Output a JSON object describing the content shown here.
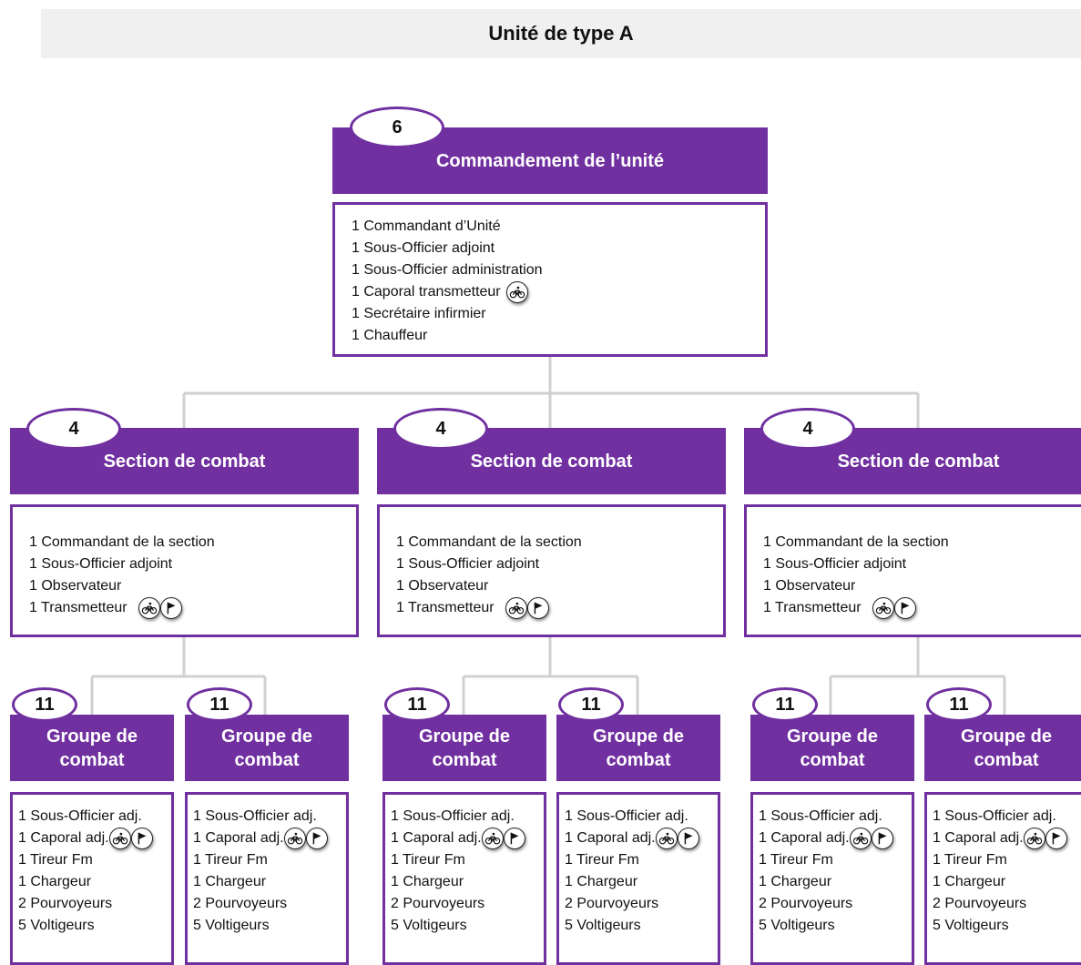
{
  "title": "Unité de type A",
  "command": {
    "count": "6",
    "title": "Commandement de l’unité",
    "members": [
      {
        "text": "1 Commandant  d’Unité",
        "icons": []
      },
      {
        "text": "1 Sous-Officier  adjoint",
        "icons": []
      },
      {
        "text": "1 Sous-Officier  administration",
        "icons": []
      },
      {
        "text": "1 Caporal transmetteur",
        "icons": [
          "bicycle-icon"
        ]
      },
      {
        "text": "1 Secrétaire infirmier",
        "icons": []
      },
      {
        "text": "1 Chauffeur",
        "icons": []
      }
    ]
  },
  "sections": [
    {
      "count": "4",
      "title": "Section de combat",
      "members": [
        {
          "text": "1 Commandant  de la section",
          "icons": []
        },
        {
          "text": "1 Sous-Officier  adjoint",
          "icons": []
        },
        {
          "text": "1 Observateur",
          "icons": []
        },
        {
          "text": "1 Transmetteur",
          "icons": [
            "bicycle-icon",
            "flag-icon"
          ]
        }
      ],
      "groups": [
        {
          "count": "11",
          "title": "Groupe de combat",
          "members": [
            {
              "text": "1 Sous-Officier adj.",
              "icons": []
            },
            {
              "text": "1 Caporal adj.",
              "icons": [
                "bicycle-icon",
                "flag-icon"
              ]
            },
            {
              "text": "1 Tireur Fm",
              "icons": []
            },
            {
              "text": "1 Chargeur",
              "icons": []
            },
            {
              "text": "2 Pourvoyeurs",
              "icons": []
            },
            {
              "text": "5 Voltigeurs",
              "icons": []
            }
          ]
        },
        {
          "count": "11",
          "title": "Groupe de combat",
          "members": [
            {
              "text": "1 Sous-Officier adj.",
              "icons": []
            },
            {
              "text": "1 Caporal adj.",
              "icons": [
                "bicycle-icon",
                "flag-icon"
              ]
            },
            {
              "text": "1 Tireur Fm",
              "icons": []
            },
            {
              "text": "1 Chargeur",
              "icons": []
            },
            {
              "text": "2 Pourvoyeurs",
              "icons": []
            },
            {
              "text": "5 Voltigeurs",
              "icons": []
            }
          ]
        }
      ]
    },
    {
      "count": "4",
      "title": "Section de combat",
      "members": [
        {
          "text": "1 Commandant  de la section",
          "icons": []
        },
        {
          "text": "1 Sous-Officier  adjoint",
          "icons": []
        },
        {
          "text": "1 Observateur",
          "icons": []
        },
        {
          "text": "1 Transmetteur",
          "icons": [
            "bicycle-icon",
            "flag-icon"
          ]
        }
      ],
      "groups": [
        {
          "count": "11",
          "title": "Groupe de combat",
          "members": [
            {
              "text": "1 Sous-Officier adj.",
              "icons": []
            },
            {
              "text": "1 Caporal adj.",
              "icons": [
                "bicycle-icon",
                "flag-icon"
              ]
            },
            {
              "text": "1 Tireur Fm",
              "icons": []
            },
            {
              "text": "1 Chargeur",
              "icons": []
            },
            {
              "text": "2 Pourvoyeurs",
              "icons": []
            },
            {
              "text": "5 Voltigeurs",
              "icons": []
            }
          ]
        },
        {
          "count": "11",
          "title": "Groupe de combat",
          "members": [
            {
              "text": "1 Sous-Officier adj.",
              "icons": []
            },
            {
              "text": "1 Caporal adj.",
              "icons": [
                "bicycle-icon",
                "flag-icon"
              ]
            },
            {
              "text": "1 Tireur Fm",
              "icons": []
            },
            {
              "text": "1 Chargeur",
              "icons": []
            },
            {
              "text": "2 Pourvoyeurs",
              "icons": []
            },
            {
              "text": "5 Voltigeurs",
              "icons": []
            }
          ]
        }
      ]
    },
    {
      "count": "4",
      "title": "Section de combat",
      "members": [
        {
          "text": "1 Commandant  de la section",
          "icons": []
        },
        {
          "text": "1 Sous-Officier  adjoint",
          "icons": []
        },
        {
          "text": "1 Observateur",
          "icons": []
        },
        {
          "text": "1 Transmetteur",
          "icons": [
            "bicycle-icon",
            "flag-icon"
          ]
        }
      ],
      "groups": [
        {
          "count": "11",
          "title": "Groupe de combat",
          "members": [
            {
              "text": "1 Sous-Officier adj.",
              "icons": []
            },
            {
              "text": "1 Caporal adj.",
              "icons": [
                "bicycle-icon",
                "flag-icon"
              ]
            },
            {
              "text": "1 Tireur Fm",
              "icons": []
            },
            {
              "text": "1 Chargeur",
              "icons": []
            },
            {
              "text": "2 Pourvoyeurs",
              "icons": []
            },
            {
              "text": "5 Voltigeurs",
              "icons": []
            }
          ]
        },
        {
          "count": "11",
          "title": "Groupe de combat",
          "members": [
            {
              "text": "1 Sous-Officier adj.",
              "icons": []
            },
            {
              "text": "1 Caporal adj.",
              "icons": [
                "bicycle-icon",
                "flag-icon"
              ]
            },
            {
              "text": "1 Tireur Fm",
              "icons": []
            },
            {
              "text": "1 Chargeur",
              "icons": []
            },
            {
              "text": "2 Pourvoyeurs",
              "icons": []
            },
            {
              "text": "5 Voltigeurs",
              "icons": []
            }
          ]
        }
      ]
    }
  ],
  "colors": {
    "accent": "#7030a0",
    "connector": "#d0d0d0",
    "title_bar": "#f0f0f0"
  }
}
